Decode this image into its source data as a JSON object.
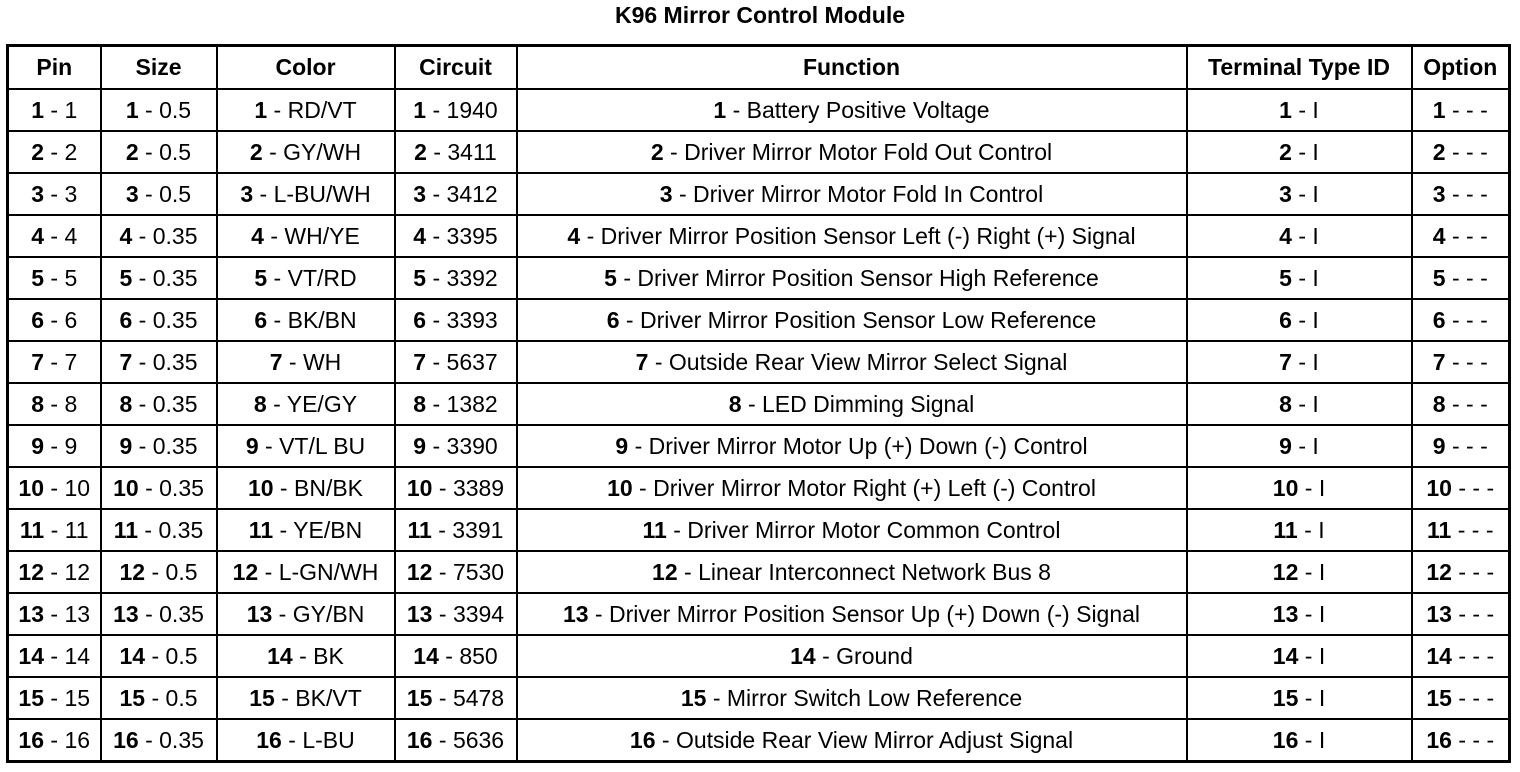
{
  "title": "K96 Mirror Control Module",
  "columns": [
    "Pin",
    "Size",
    "Color",
    "Circuit",
    "Function",
    "Terminal Type ID",
    "Option"
  ],
  "rows": [
    {
      "n": "1",
      "pin": "1",
      "size": "0.5",
      "color": "RD/VT",
      "circuit": "1940",
      "function": "Battery Positive Voltage",
      "terminal": "I",
      "option": "- -"
    },
    {
      "n": "2",
      "pin": "2",
      "size": "0.5",
      "color": "GY/WH",
      "circuit": "3411",
      "function": "Driver Mirror Motor Fold Out Control",
      "terminal": "I",
      "option": "- -"
    },
    {
      "n": "3",
      "pin": "3",
      "size": "0.5",
      "color": "L-BU/WH",
      "circuit": "3412",
      "function": "Driver Mirror Motor Fold In Control",
      "terminal": "I",
      "option": "- -"
    },
    {
      "n": "4",
      "pin": "4",
      "size": "0.35",
      "color": "WH/YE",
      "circuit": "3395",
      "function": "Driver Mirror Position Sensor Left (-) Right (+) Signal",
      "terminal": "I",
      "option": "- -"
    },
    {
      "n": "5",
      "pin": "5",
      "size": "0.35",
      "color": "VT/RD",
      "circuit": "3392",
      "function": "Driver Mirror Position Sensor High Reference",
      "terminal": "I",
      "option": "- -"
    },
    {
      "n": "6",
      "pin": "6",
      "size": "0.35",
      "color": "BK/BN",
      "circuit": "3393",
      "function": "Driver Mirror Position Sensor Low Reference",
      "terminal": "I",
      "option": "- -"
    },
    {
      "n": "7",
      "pin": "7",
      "size": "0.35",
      "color": "WH",
      "circuit": "5637",
      "function": "Outside Rear View Mirror Select Signal",
      "terminal": "I",
      "option": "- -"
    },
    {
      "n": "8",
      "pin": "8",
      "size": "0.35",
      "color": "YE/GY",
      "circuit": "1382",
      "function": "LED Dimming Signal",
      "terminal": "I",
      "option": "- -"
    },
    {
      "n": "9",
      "pin": "9",
      "size": "0.35",
      "color": "VT/L BU",
      "circuit": "3390",
      "function": "Driver Mirror Motor Up (+) Down (-) Control",
      "terminal": "I",
      "option": "- -"
    },
    {
      "n": "10",
      "pin": "10",
      "size": "0.35",
      "color": "BN/BK",
      "circuit": "3389",
      "function": "Driver Mirror Motor Right (+) Left (-) Control",
      "terminal": "I",
      "option": "- -"
    },
    {
      "n": "11",
      "pin": "11",
      "size": "0.35",
      "color": "YE/BN",
      "circuit": "3391",
      "function": "Driver Mirror Motor Common Control",
      "terminal": "I",
      "option": "- -"
    },
    {
      "n": "12",
      "pin": "12",
      "size": "0.5",
      "color": "L-GN/WH",
      "circuit": "7530",
      "function": "Linear Interconnect Network Bus 8",
      "terminal": "I",
      "option": "- -"
    },
    {
      "n": "13",
      "pin": "13",
      "size": "0.35",
      "color": "GY/BN",
      "circuit": "3394",
      "function": "Driver Mirror Position Sensor Up (+) Down (-) Signal",
      "terminal": "I",
      "option": "- -"
    },
    {
      "n": "14",
      "pin": "14",
      "size": "0.5",
      "color": "BK",
      "circuit": "850",
      "function": "Ground",
      "terminal": "I",
      "option": "- -"
    },
    {
      "n": "15",
      "pin": "15",
      "size": "0.5",
      "color": "BK/VT",
      "circuit": "5478",
      "function": "Mirror Switch Low Reference",
      "terminal": "I",
      "option": "- -"
    },
    {
      "n": "16",
      "pin": "16",
      "size": "0.35",
      "color": "L-BU",
      "circuit": "5636",
      "function": "Outside Rear View Mirror Adjust Signal",
      "terminal": "I",
      "option": "- -"
    }
  ]
}
